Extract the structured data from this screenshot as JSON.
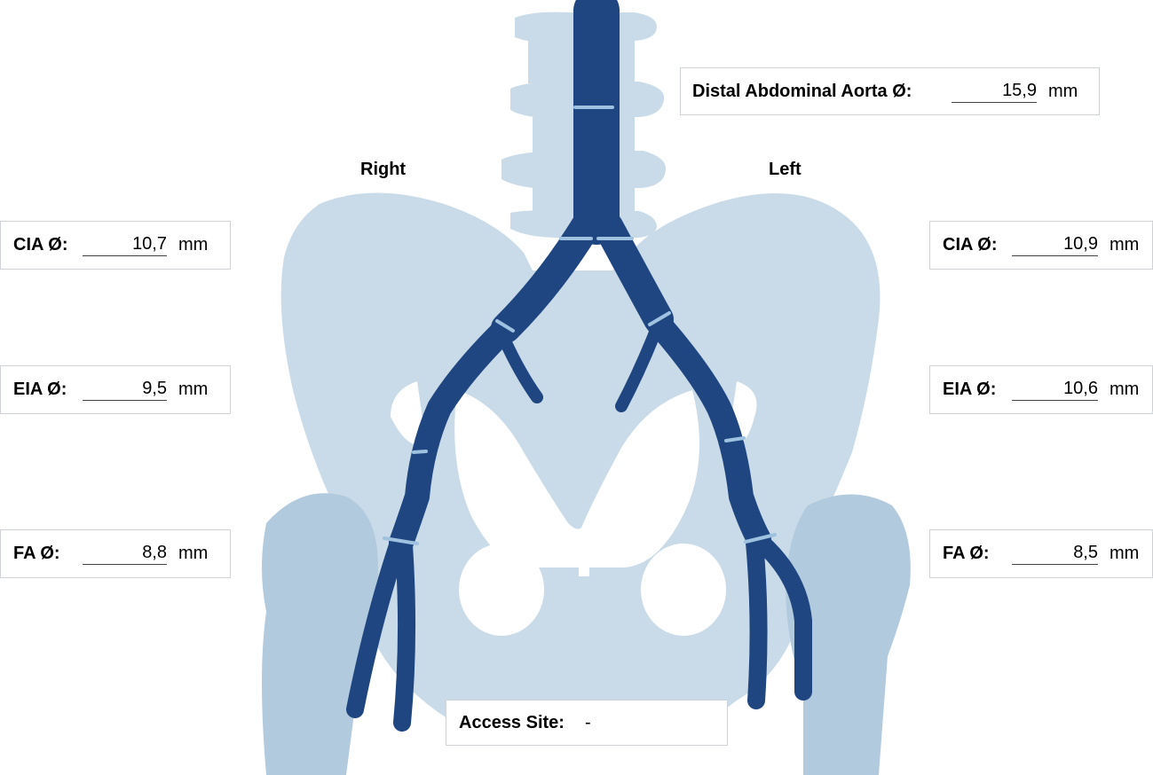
{
  "side_labels": {
    "right": "Right",
    "left": "Left"
  },
  "aorta": {
    "label": "Distal Abdominal Aorta Ø:",
    "value": "15,9",
    "unit": "mm"
  },
  "right": {
    "cia": {
      "label": "CIA Ø:",
      "value": "10,7",
      "unit": "mm"
    },
    "eia": {
      "label": "EIA Ø:",
      "value": "9,5",
      "unit": "mm"
    },
    "fa": {
      "label": "FA Ø:",
      "value": "8,8",
      "unit": "mm"
    }
  },
  "left": {
    "cia": {
      "label": "CIA Ø:",
      "value": "10,9",
      "unit": "mm"
    },
    "eia": {
      "label": "EIA Ø:",
      "value": "10,6",
      "unit": "mm"
    },
    "fa": {
      "label": "FA Ø:",
      "value": "8,5",
      "unit": "mm"
    }
  },
  "access_site": {
    "label": "Access Site:",
    "value": "-"
  },
  "colors": {
    "bone_light": "#c9dbe8",
    "bone_mid": "#b1cadd",
    "vessel": "#1f4681",
    "marker": "#9ec2df"
  }
}
